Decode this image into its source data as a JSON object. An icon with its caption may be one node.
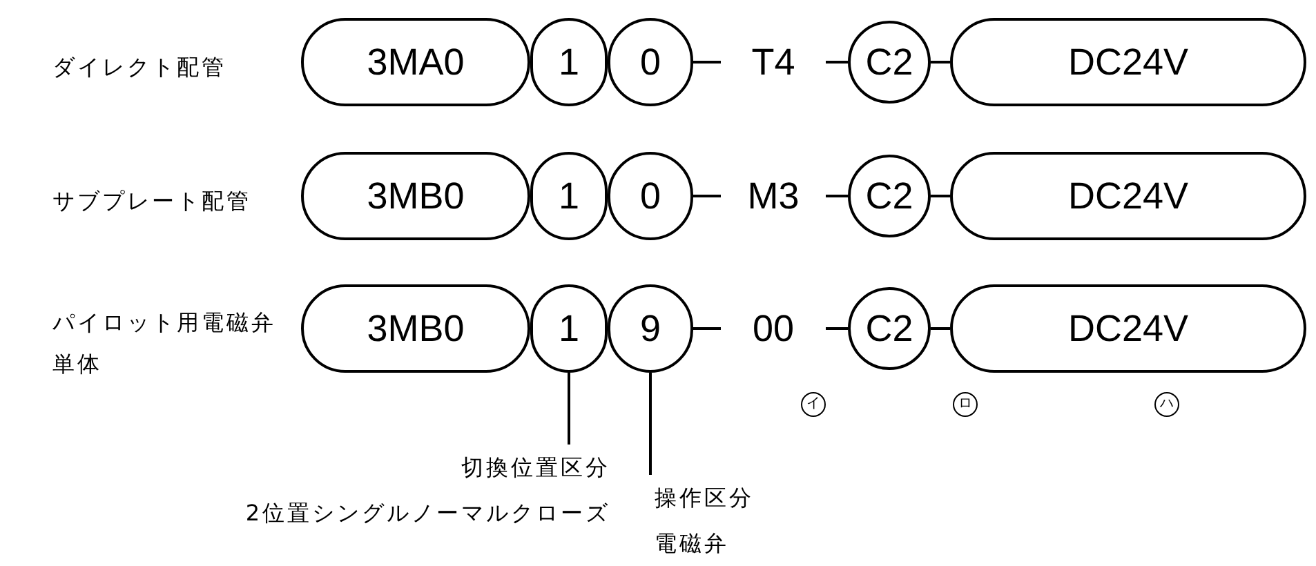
{
  "diagram": {
    "nodes": [
      {
        "text": [
          "3MA0"
        ]
      },
      {
        "text": [
          "1"
        ]
      },
      {
        "text": [
          "0"
        ]
      },
      {
        "text": [
          "T4"
        ]
      },
      {
        "text": [
          "C2"
        ]
      },
      {
        "text": [
          "DC24V"
        ]
      },
      {
        "text": [
          "3MB0"
        ]
      },
      {
        "text": [
          "1"
        ]
      },
      {
        "text": [
          "0"
        ]
      },
      {
        "text": [
          "M3"
        ]
      },
      {
        "text": [
          "C2"
        ]
      },
      {
        "text": [
          "DC24V"
        ]
      },
      {
        "text": [
          "3MB0"
        ]
      },
      {
        "text": [
          "1"
        ]
      },
      {
        "text": [
          "9"
        ]
      },
      {
        "text": [
          "00"
        ]
      },
      {
        "text": [
          "C2"
        ]
      },
      {
        "text": [
          "DC24V"
        ]
      },
      {
        "text": [
          "切換位置区分",
          "2位置シングルノーマルクローズ"
        ]
      },
      {
        "text": [
          "操作区分",
          "電磁弁"
        ]
      }
    ],
    "edges": [
      {
        "from": 2,
        "to": 3,
        "arrow": "none"
      },
      {
        "from": 3,
        "to": 4,
        "arrow": "none"
      },
      {
        "from": 4,
        "to": 5,
        "arrow": "none"
      },
      {
        "from": 8,
        "to": 9,
        "arrow": "none"
      },
      {
        "from": 9,
        "to": 10,
        "arrow": "none"
      },
      {
        "from": 10,
        "to": 11,
        "arrow": "none"
      },
      {
        "from": 14,
        "to": 15,
        "arrow": "none"
      },
      {
        "from": 15,
        "to": 16,
        "arrow": "none"
      },
      {
        "from": 16,
        "to": 17,
        "arrow": "none"
      },
      {
        "from": 18,
        "to": 13,
        "arrow": "none"
      },
      {
        "from": 19,
        "to": 14,
        "arrow": "none"
      }
    ],
    "labels": [
      "ダイレクト配管",
      "サブプレート配管",
      "パイロット用電磁弁単体",
      "イ",
      "ロ",
      "ハ"
    ]
  }
}
